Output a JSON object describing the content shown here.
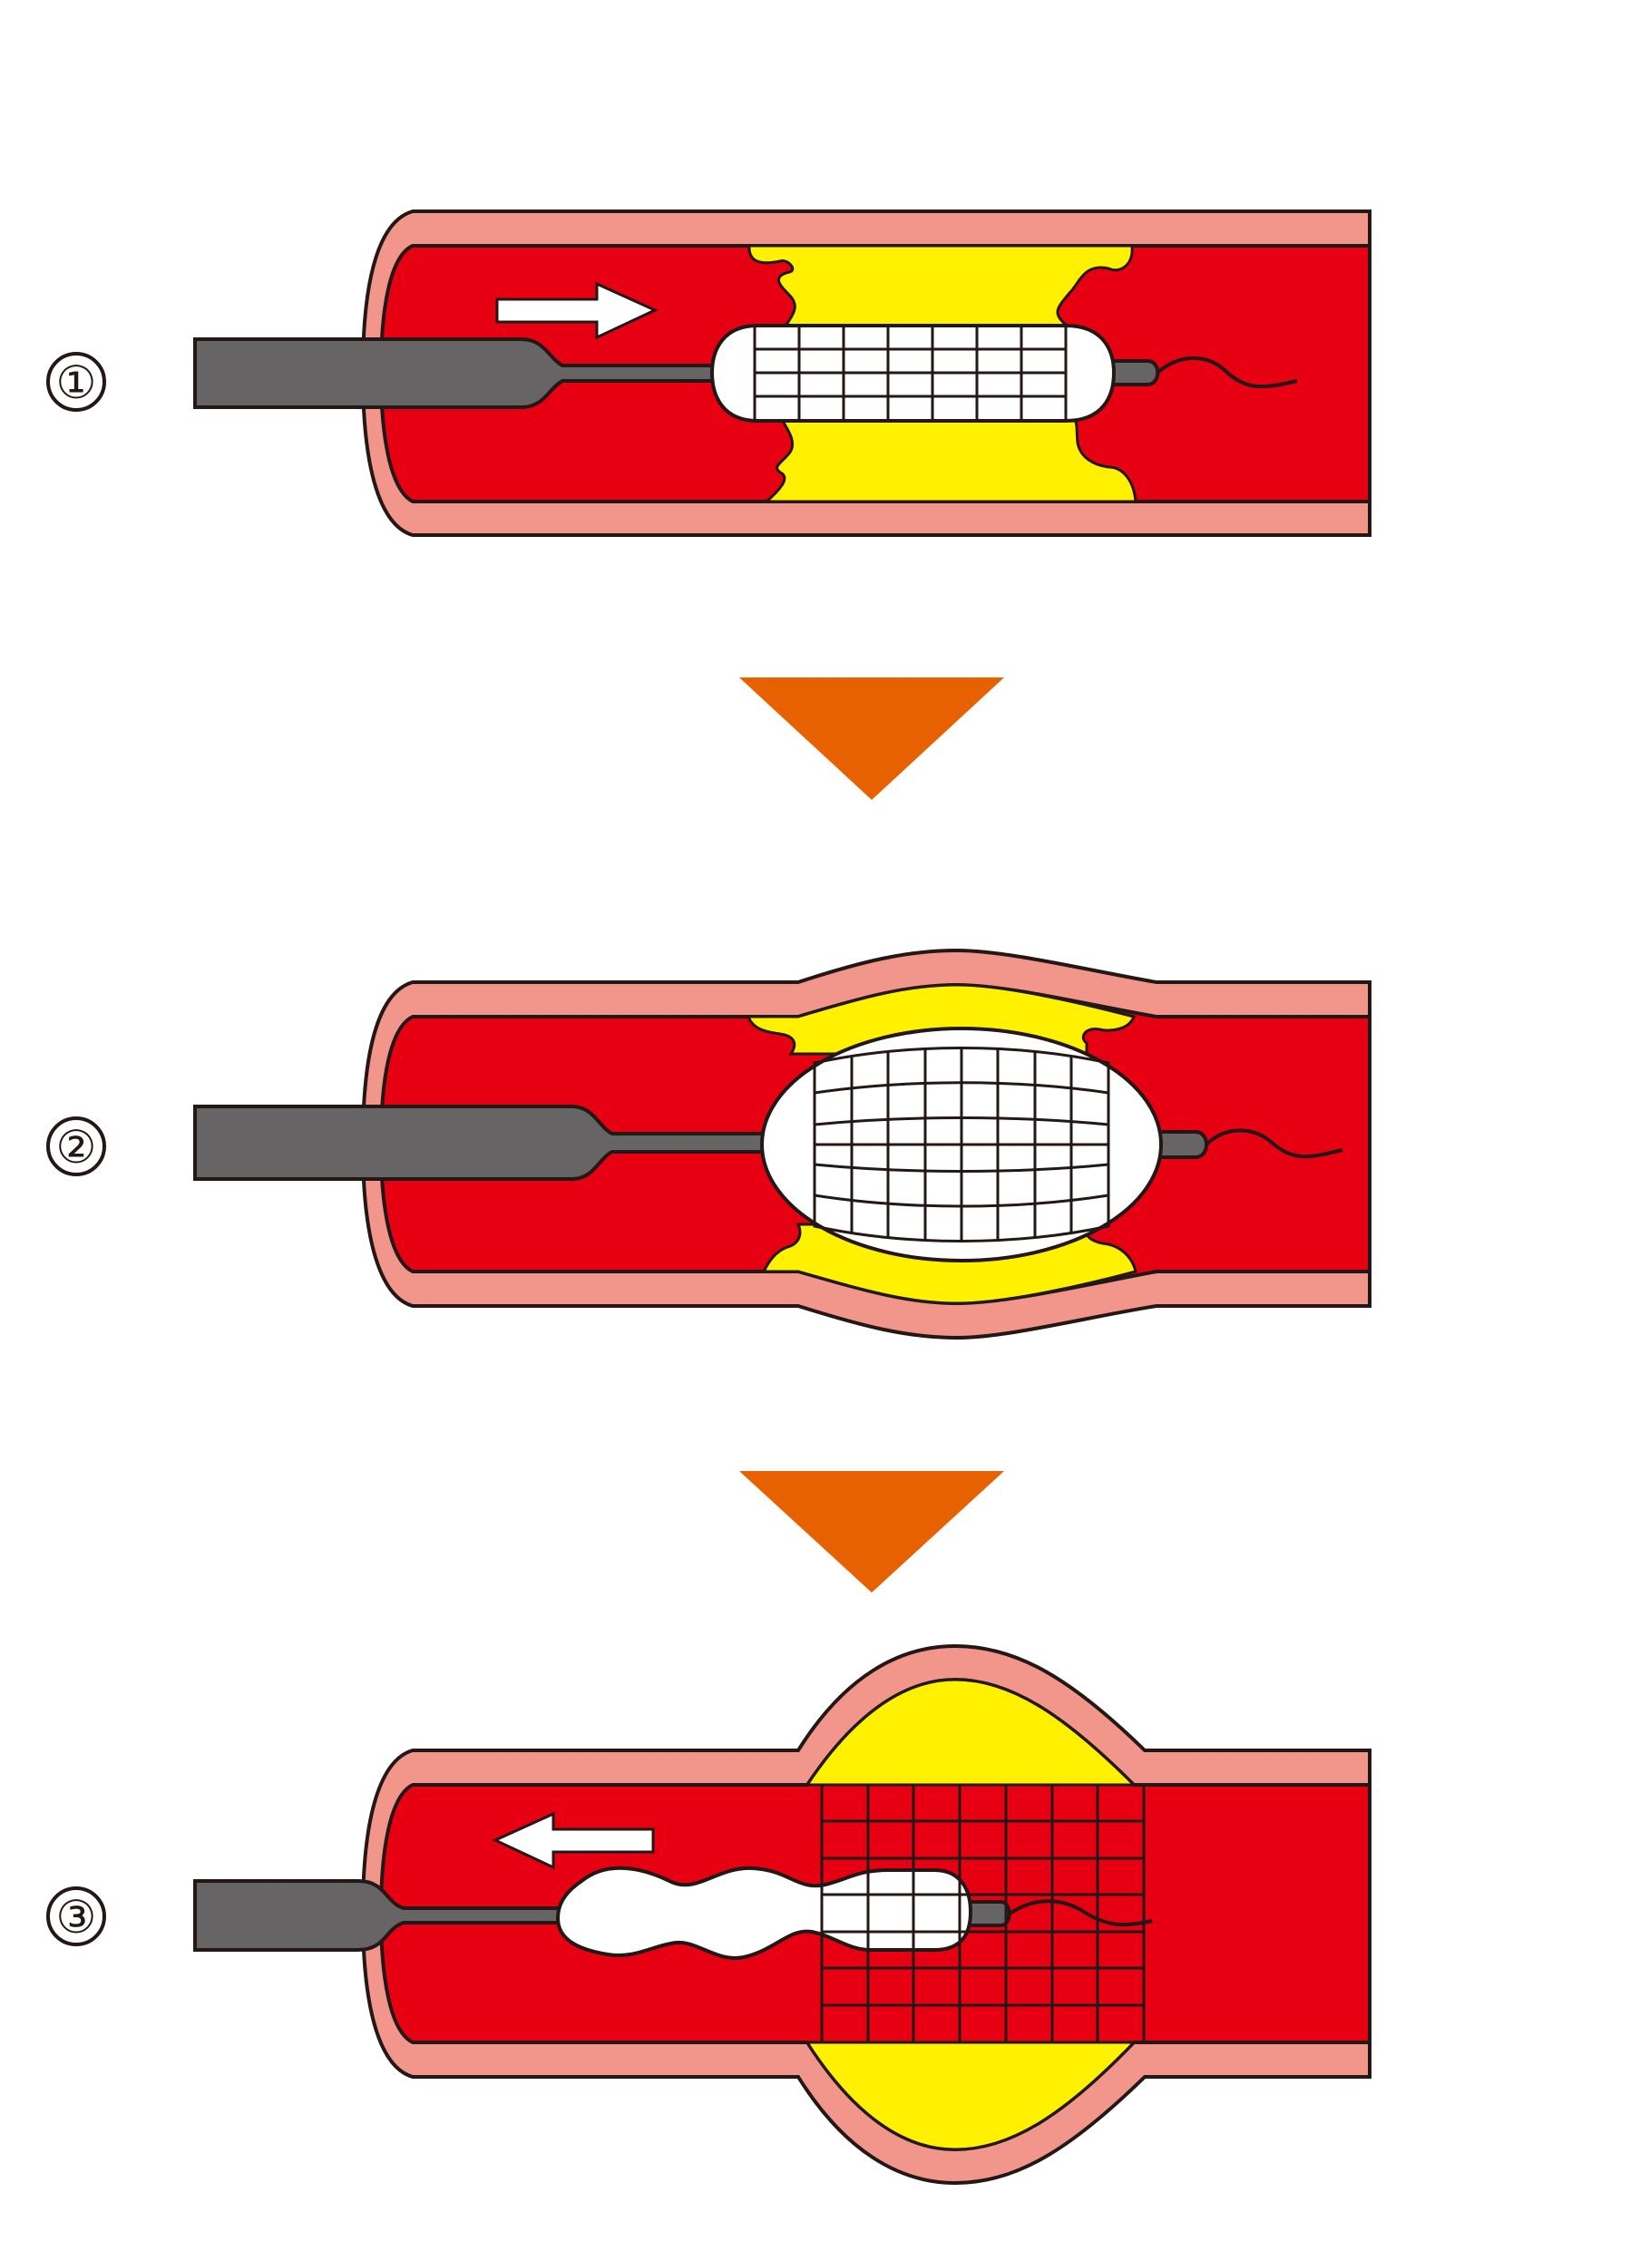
{
  "steps": [
    {
      "label": "①",
      "direction_arrow": "right",
      "stent": "collapsed",
      "balloon": "collapsed"
    },
    {
      "label": "②",
      "stent": "expanding",
      "balloon": "inflated"
    },
    {
      "label": "③",
      "direction_arrow": "left",
      "stent": "deployed",
      "balloon": "deflated"
    }
  ],
  "colors": {
    "vessel_wall": "#f2968c",
    "vessel_wall_light": "#f7c3bd",
    "lumen": "#e60012",
    "plaque": "#fff100",
    "catheter": "#666464",
    "balloon": "#ffffff",
    "outline": "#231815",
    "step_arrow": "#e86100"
  },
  "icons": {
    "step_arrow": "triangle-down-icon",
    "direction_arrow": "block-arrow-icon"
  }
}
